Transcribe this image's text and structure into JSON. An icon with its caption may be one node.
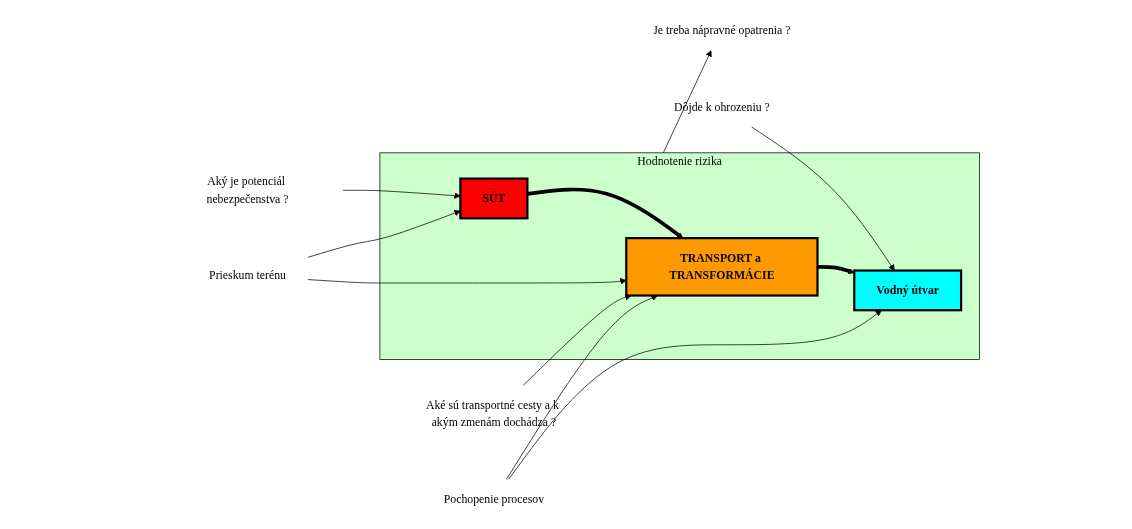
{
  "diagram": {
    "nodes": [
      {
        "text": [
          "Hodnotenie rizika"
        ]
      },
      {
        "text": [
          "SÚT"
        ],
        "in": 0
      },
      {
        "text": [
          "TRANSPORT a TRANSFORMÁCIE"
        ],
        "in": 0
      },
      {
        "text": [
          "Vodný útvar"
        ],
        "in": 0
      },
      {
        "text": [
          "Aký je potenciál nebezpečenstva ?"
        ]
      },
      {
        "text": [
          "Aké sú transportné cesty a k akým zmenám dochádza ?"
        ]
      },
      {
        "text": [
          "Dôjde k ohrozeniu ?"
        ]
      },
      {
        "text": [
          "Prieskum terénu"
        ]
      },
      {
        "text": [
          "Pochopenie procesov"
        ]
      },
      {
        "text": [
          "Je treba nápravné opatrenia ?"
        ]
      }
    ],
    "edges": [
      {
        "from": 1,
        "to": 2,
        "arrow": "to",
        "style": "thick"
      },
      {
        "from": 2,
        "to": 3,
        "arrow": "to",
        "style": "thick"
      },
      {
        "from": 4,
        "to": 1,
        "arrow": "to"
      },
      {
        "from": 5,
        "to": 2,
        "arrow": "to"
      },
      {
        "from": 6,
        "to": 3,
        "arrow": "to"
      },
      {
        "from": 7,
        "to": 1,
        "arrow": "to"
      },
      {
        "from": 7,
        "to": 2,
        "arrow": "to"
      },
      {
        "from": 8,
        "to": 2,
        "arrow": "to"
      },
      {
        "from": 8,
        "to": 3,
        "arrow": "to"
      },
      {
        "from": 0,
        "to": 9,
        "arrow": "to"
      }
    ]
  }
}
